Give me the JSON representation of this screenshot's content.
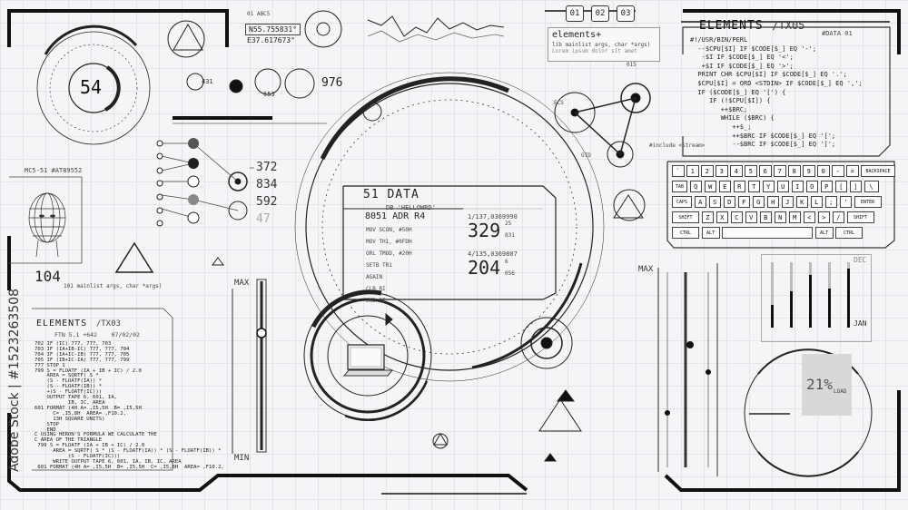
{
  "watermark": {
    "text": "Adobe Stock | #1523263508"
  },
  "top_left": {
    "ring_value": "54",
    "coords_id": "01 ABC5",
    "coord_n": "N55.755831°",
    "coord_e": "E37.617673°",
    "counter_a": "431",
    "counter_b": "653",
    "counter_right": "976"
  },
  "tabs": [
    {
      "label": "01"
    },
    {
      "label": "02"
    },
    {
      "label": "03"
    }
  ],
  "elements_plus": {
    "title": "elements+",
    "subtitle": "lib mainlist args, char *args)",
    "desc": "Lorem ipsum dolor sit amet"
  },
  "profile": {
    "id": "MC5-51 #AT89552",
    "value": "104",
    "sublabel": "101 mainlist args, char *args)"
  },
  "node_values": {
    "v1": "372",
    "v2": "834",
    "v3": "592",
    "v4": "47"
  },
  "data_panel": {
    "title": "51 DATA",
    "db": "DB 'HELLOWRD'",
    "adr": "8051 ADR R4",
    "ref1": "1/137,0369990",
    "num1": "329",
    "num1_sup": "25",
    "num1_sub": "831",
    "ref2": "4/135,0369807",
    "num2": "204",
    "num2_sup": "6",
    "num2_sub": "056",
    "ops": [
      "MOV SCON, #50H",
      "MOV TH1, #0FDH",
      "ORL TMOD, #20H",
      "SETB TR1",
      "AGAIN",
      "CLR RI",
      "JNB RI,"
    ]
  },
  "code_panel_right": {
    "title": "ELEMENTS",
    "title_suffix": "/TX05",
    "tag": "#DATA 01",
    "lines": [
      "#!/USR/BIN/PERL",
      "  --$CPU[$I] IF $CODE[$_] EQ '-';",
      "   -$I IF $CODE[$_] EQ '<';",
      "   +$I IF $CODE[$_] EQ '>';",
      "  PRINT CHR $CPU[$I] IF $CODE[$_] EQ '.';",
      "  $CPU[$I] = ORD <STDIN> IF $CODE[$_] EQ ',';",
      "  IF ($CODE[$_] EQ '[') {",
      "     IF (!$CPU[$I]) {",
      "        ++$BRC;",
      "        WHILE ($BRC) {",
      "           ++$_;",
      "           ++$BRC IF $CODE[$_] EQ '[';",
      "           --$BRC IF $CODE[$_] EQ ']';"
    ]
  },
  "code_panel_left": {
    "title": "ELEMENTS",
    "title_suffix": "/TX03",
    "header": "FTN 5.1 +642    07/02/02",
    "lines": [
      "702 IF (IC) 777, 777, 703",
      "703 IF (IA+IB-IC) 777, 777, 704",
      "704 IF (IA+IC-IB) 777, 777, 705",
      "705 IF (IB+IC-IA) 777, 777, 799",
      "777 STOP 1",
      "799 S = FLOATF (IA + IB + IC) / 2.0",
      "    AREA = SQRTF( S *",
      "    (S - FLOATF(IA)) *",
      "    (S - FLOATF(IB)) *",
      "    +(S - FLOATF(IC)))",
      "    OUTPUT TAPE 6, 601, IA,",
      "           IB, IC, AREA",
      "601 FORMAT (4H A= ,I5,5H  B= ,I5,5H",
      "      C= ,I5,8H  AREA= ,F10.2,",
      "      13H SQUARE UNITS)",
      "    STOP",
      "    END",
      "C USING HERON'S FORMULA WE CALCULATE THE",
      "C AREA OF THE TRIANGLE",
      " 799 S = FLOATF (IA + IB + IC) / 2.0",
      "      AREA = SQRTF( S * (S - FLOATF(IA)) * (S - FLOATF(IB)) *",
      "           (S - FLOATF(IC)))",
      "      WRITE OUTPUT TAPE 6, 601, IA, IB, IC, AREA",
      " 601 FORMAT (4H A= ,I5,5H  B= ,I5,5H  C= ,I5,8H  AREA= ,F10.2,"
    ]
  },
  "keyboard": {
    "rows": [
      [
        "`",
        "1",
        "2",
        "3",
        "4",
        "5",
        "6",
        "7",
        "8",
        "9",
        "0",
        "-",
        "=",
        "BACKSPACE"
      ],
      [
        "TAB",
        "Q",
        "W",
        "E",
        "R",
        "T",
        "Y",
        "U",
        "I",
        "O",
        "P",
        "[",
        "]",
        "\\"
      ],
      [
        "CAPS",
        "A",
        "S",
        "D",
        "F",
        "G",
        "H",
        "J",
        "K",
        "L",
        ";",
        "'",
        "ENTER"
      ],
      [
        "SHIFT",
        "Z",
        "X",
        "C",
        "V",
        "B",
        "N",
        "M",
        "<",
        ">",
        "/",
        "SHIFT"
      ],
      [
        "CTRL",
        "ALT",
        "",
        "ALT",
        "CTRL"
      ]
    ]
  },
  "slider_left": {
    "max": "MAX",
    "min": "MIN"
  },
  "slider_right": {
    "max": "MAX"
  },
  "month_bars": {
    "top_label": "DEC",
    "bottom_label": "JAN",
    "levels": [
      0.35,
      0.55,
      0.8,
      0.6,
      0.9
    ]
  },
  "gauge": {
    "value": "21%",
    "unit": "LOAD"
  },
  "graph_labels": {
    "include": "#include <Stream>",
    "node_top": "015",
    "node_left": "ECS",
    "node_bottom": "GTD"
  },
  "colors": {
    "accent": "#111111",
    "background": "#f4f5f6",
    "grid": "#e3e5e8"
  },
  "icons": [
    "laptop-icon",
    "triangle-icon",
    "target-icon",
    "wireframe-head-icon",
    "radar-icon"
  ]
}
